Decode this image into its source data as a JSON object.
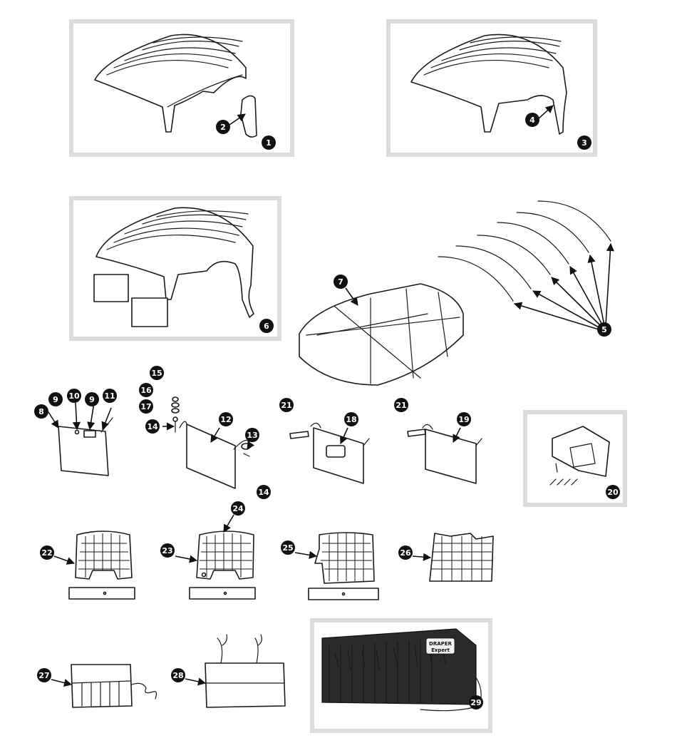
{
  "labels": [
    "1",
    "2",
    "3",
    "4",
    "5",
    "6",
    "7",
    "8",
    "9",
    "10",
    "9",
    "11",
    "12",
    "13",
    "14",
    "14",
    "15",
    "16",
    "17",
    "18",
    "19",
    "20",
    "21",
    "21",
    "22",
    "23",
    "24",
    "25",
    "26",
    "27",
    "28",
    "29"
  ],
  "brand": {
    "line1": "DRAPER",
    "line2": "Expert"
  },
  "colors": {
    "badge": "#111111",
    "frame": "#dcdcdc",
    "tool_roll": "#2b2b2b"
  }
}
